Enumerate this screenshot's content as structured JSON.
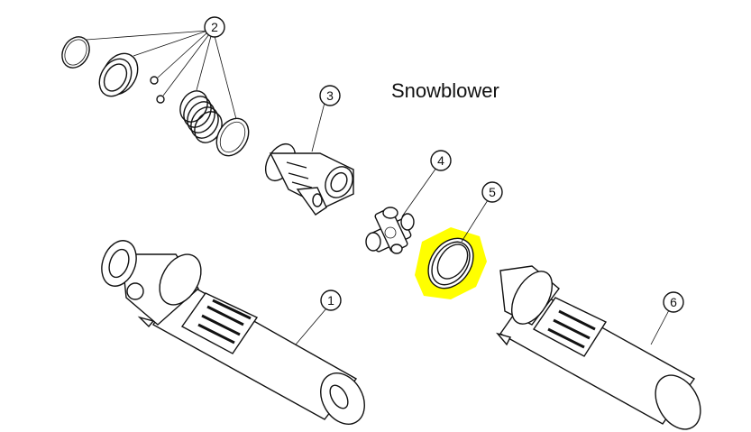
{
  "title": "Snowblower",
  "highlight_color": "#ffff00",
  "callouts": [
    {
      "label": "1"
    },
    {
      "label": "2"
    },
    {
      "label": "3"
    },
    {
      "label": "4"
    },
    {
      "label": "5"
    },
    {
      "label": "6"
    }
  ]
}
